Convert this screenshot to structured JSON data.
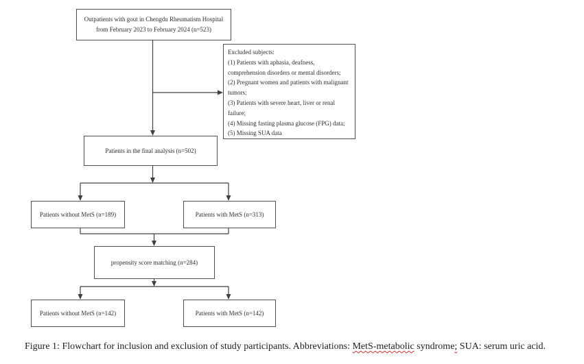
{
  "flowchart": {
    "boxes": {
      "source": {
        "lines": [
          "Outpatients with gout in Chengdu Rheumatism Hospital",
          "from February 2023 to February 2024 (n=523)"
        ]
      },
      "excluded": {
        "lines": [
          "Excluded subjects:",
          "(1) Patients with aphasia, deafness,",
          "comprehension disorders or mental disorders;",
          "(2) Pregnant women and patients with malignant",
          "tumors;",
          "(3) Patients with severe heart, liver or renal",
          "failure;",
          "(4) Missing fasting plasma glucose (FPG) data;",
          "(5) Missing SUA data"
        ]
      },
      "final_analysis": {
        "label": "Patients in the final analysis (n=502)"
      },
      "without_mets": {
        "label": "Patients without MetS (n=189)"
      },
      "with_mets": {
        "label": "Patients with MetS (n=313)"
      },
      "psm": {
        "label": "propensity score matching (n=284)"
      },
      "without_mets_matched": {
        "label": "Patients without MetS (n=142)"
      },
      "with_mets_matched": {
        "label": "Patients with MetS (n=142)"
      }
    }
  },
  "caption": {
    "part1": "Figure 1: Flowchart for inclusion and exclusion of study participants. Abbreviations: ",
    "misspelled_term": "MetS-metabolic",
    "part2": " syndrome",
    "semicolon": ";",
    "part3": " SUA: serum uric acid."
  },
  "colors": {
    "box_border": "#4f4f4f",
    "connector": "#3f3f3f",
    "text": "#2b2b2b",
    "spellcheck_underline": "#d32f2f",
    "background": "#ffffff"
  }
}
